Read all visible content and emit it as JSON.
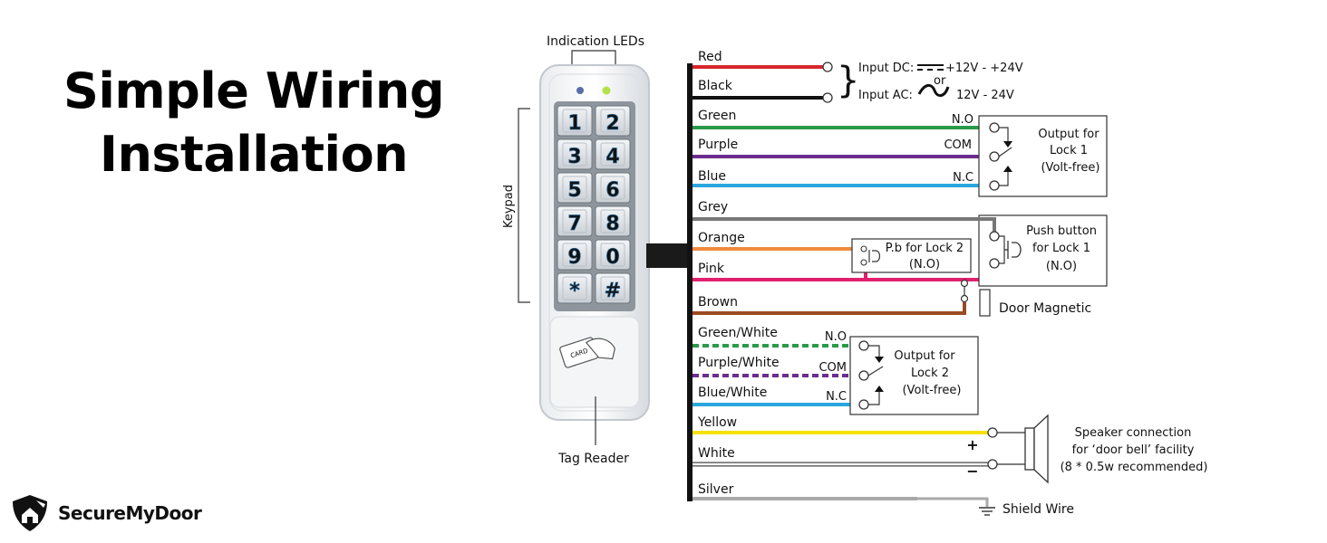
{
  "title": {
    "line1": "Simple Wiring",
    "line2": "Installation"
  },
  "brand": {
    "name": "SecureMyDoor"
  },
  "device": {
    "indication_leds": "Indication LEDs",
    "keypad": "Keypad",
    "tag_reader": "Tag Reader",
    "card_text": "CARD",
    "keys": [
      "1",
      "2",
      "3",
      "4",
      "5",
      "6",
      "7",
      "8",
      "9",
      "0",
      "*",
      "#"
    ]
  },
  "wires": {
    "red": "Red",
    "black": "Black",
    "green": "Green",
    "purple": "Purple",
    "blue": "Blue",
    "grey": "Grey",
    "orange": "Orange",
    "pink": "Pink",
    "brown": "Brown",
    "green_white": "Green/White",
    "purple_white": "Purple/White",
    "blue_white": "Blue/White",
    "yellow": "Yellow",
    "white": "White",
    "silver": "Silver"
  },
  "colors": {
    "red": "#d6262b",
    "black": "#111111",
    "green": "#2a9a4a",
    "purple": "#6b2d8f",
    "blue": "#2aa6de",
    "grey": "#777777",
    "orange": "#f08a3c",
    "pink": "#e0206e",
    "brown": "#9a4a22",
    "yellow": "#f5e10a",
    "white": "#c8c8c8",
    "silver": "#a9a9a9"
  },
  "power": {
    "dc_label": "Input DC:",
    "dc_value": "+12V - +24V",
    "or": "or",
    "ac_label": "Input AC:",
    "ac_value": "12V -  24V"
  },
  "lock1_output": {
    "no": "N.O",
    "com": "COM",
    "nc": "N.C",
    "line1": "Output for",
    "line2": "Lock 1",
    "line3": "(Volt-free)"
  },
  "push_button": {
    "line1": "Push button",
    "line2": "for Lock 1",
    "line3": "(N.O)"
  },
  "pb_lock2": {
    "line1": "P.b for Lock 2",
    "line2": "(N.O)"
  },
  "door_magnetic": "Door Magnetic",
  "lock2_output": {
    "no": "N.O",
    "com": "COM",
    "nc": "N.C",
    "line1": "Output for",
    "line2": "Lock 2",
    "line3": "(Volt-free)"
  },
  "speaker": {
    "line1": "Speaker connection",
    "line2": "for ‘door bell’ facility",
    "line3": "(8 * 0.5w recommended)",
    "plus": "+",
    "minus": "−"
  },
  "shield_wire": "Shield Wire"
}
